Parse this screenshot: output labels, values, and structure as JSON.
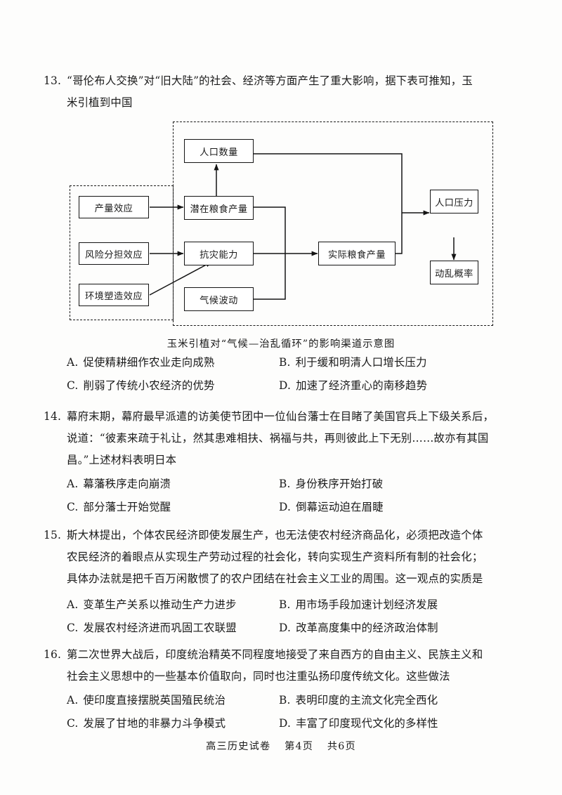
{
  "page": {
    "footer": {
      "exam_title": "高三历史试卷",
      "page_label": "第4页",
      "total_label": "共6页"
    }
  },
  "questions": [
    {
      "number": "13.",
      "stem_line1": "“哥伦布人交换”对“旧大陆”的社会、经济等方面产生了重大影响，据下表可推知，玉",
      "stem_line2": "米引植到中国",
      "options": [
        {
          "key": "A.",
          "text": "促使精耕细作农业走向成熟"
        },
        {
          "key": "B.",
          "text": "利于缓和明清人口增长压力"
        },
        {
          "key": "C.",
          "text": "削弱了传统小农经济的优势"
        },
        {
          "key": "D.",
          "text": "加速了经济重心的南移趋势"
        }
      ]
    },
    {
      "number": "14.",
      "stem_line1": "幕府末期，幕府最早派遣的访美使节团中一位仙台藩士在目睹了美国官兵上下级关系后，",
      "stem_line2": "说道：“彼素来疏于礼让，然其患难相扶、祸福与共，再则彼此上下无别……故亦有其国",
      "stem_line3": "昌。”上述材料表明日本",
      "options": [
        {
          "key": "A.",
          "text": "幕藩秩序走向崩溃"
        },
        {
          "key": "B.",
          "text": "身份秩序开始打破"
        },
        {
          "key": "C.",
          "text": "部分藩士开始觉醒"
        },
        {
          "key": "D.",
          "text": "倒幕运动迫在眉睫"
        }
      ]
    },
    {
      "number": "15.",
      "stem_line1": "斯大林提出，个体农民经济即使发展生产，也无法使农村经济商品化，必须把改造个体",
      "stem_line2": "农民经济的着眼点从实现生产劳动过程的社会化，转向实现生产资料所有制的社会化；",
      "stem_line3": "具体办法就是把千百万闲散惯了的农户团结在社会主义工业的周围。这一观点的实质是",
      "options": [
        {
          "key": "A.",
          "text": "变革生产关系以推动生产力进步"
        },
        {
          "key": "B.",
          "text": "用市场手段加速计划经济发展"
        },
        {
          "key": "C.",
          "text": "发展农村经济进而巩固工农联盟"
        },
        {
          "key": "D.",
          "text": "改革高度集中的经济政治体制"
        }
      ]
    },
    {
      "number": "16.",
      "stem_line1": "第二次世界大战后，印度统治精英不同程度地接受了来自西方的自由主义、民族主义和",
      "stem_line2": "社会主义思想中的一些基本价值取向，同时也注重弘扬印度传统文化。这些做法",
      "options": [
        {
          "key": "A.",
          "text": "使印度直接摆脱英国殖民统治"
        },
        {
          "key": "B.",
          "text": "表明印度的主流文化完全西化"
        },
        {
          "key": "C.",
          "text": "发展了甘地的非暴力斗争模式"
        },
        {
          "key": "D.",
          "text": "丰富了印度现代文化的多样性"
        }
      ]
    }
  ],
  "figure": {
    "caption": "玉米引植对“气候—治乱循环”的影响渠道示意图",
    "nodes": {
      "yield_effect": "产量效应",
      "risk_sharing_effect": "风险分担效应",
      "environment_shaping_effect": "环境塑造效应",
      "population_size": "人口数量",
      "potential_grain_output": "潜在粮食产量",
      "disaster_resistance": "抗灾能力",
      "climate_fluctuation": "气候波动",
      "actual_grain_output": "实际粮食产量",
      "population_pressure": "人口压力",
      "unrest_probability": "动乱概率"
    }
  }
}
